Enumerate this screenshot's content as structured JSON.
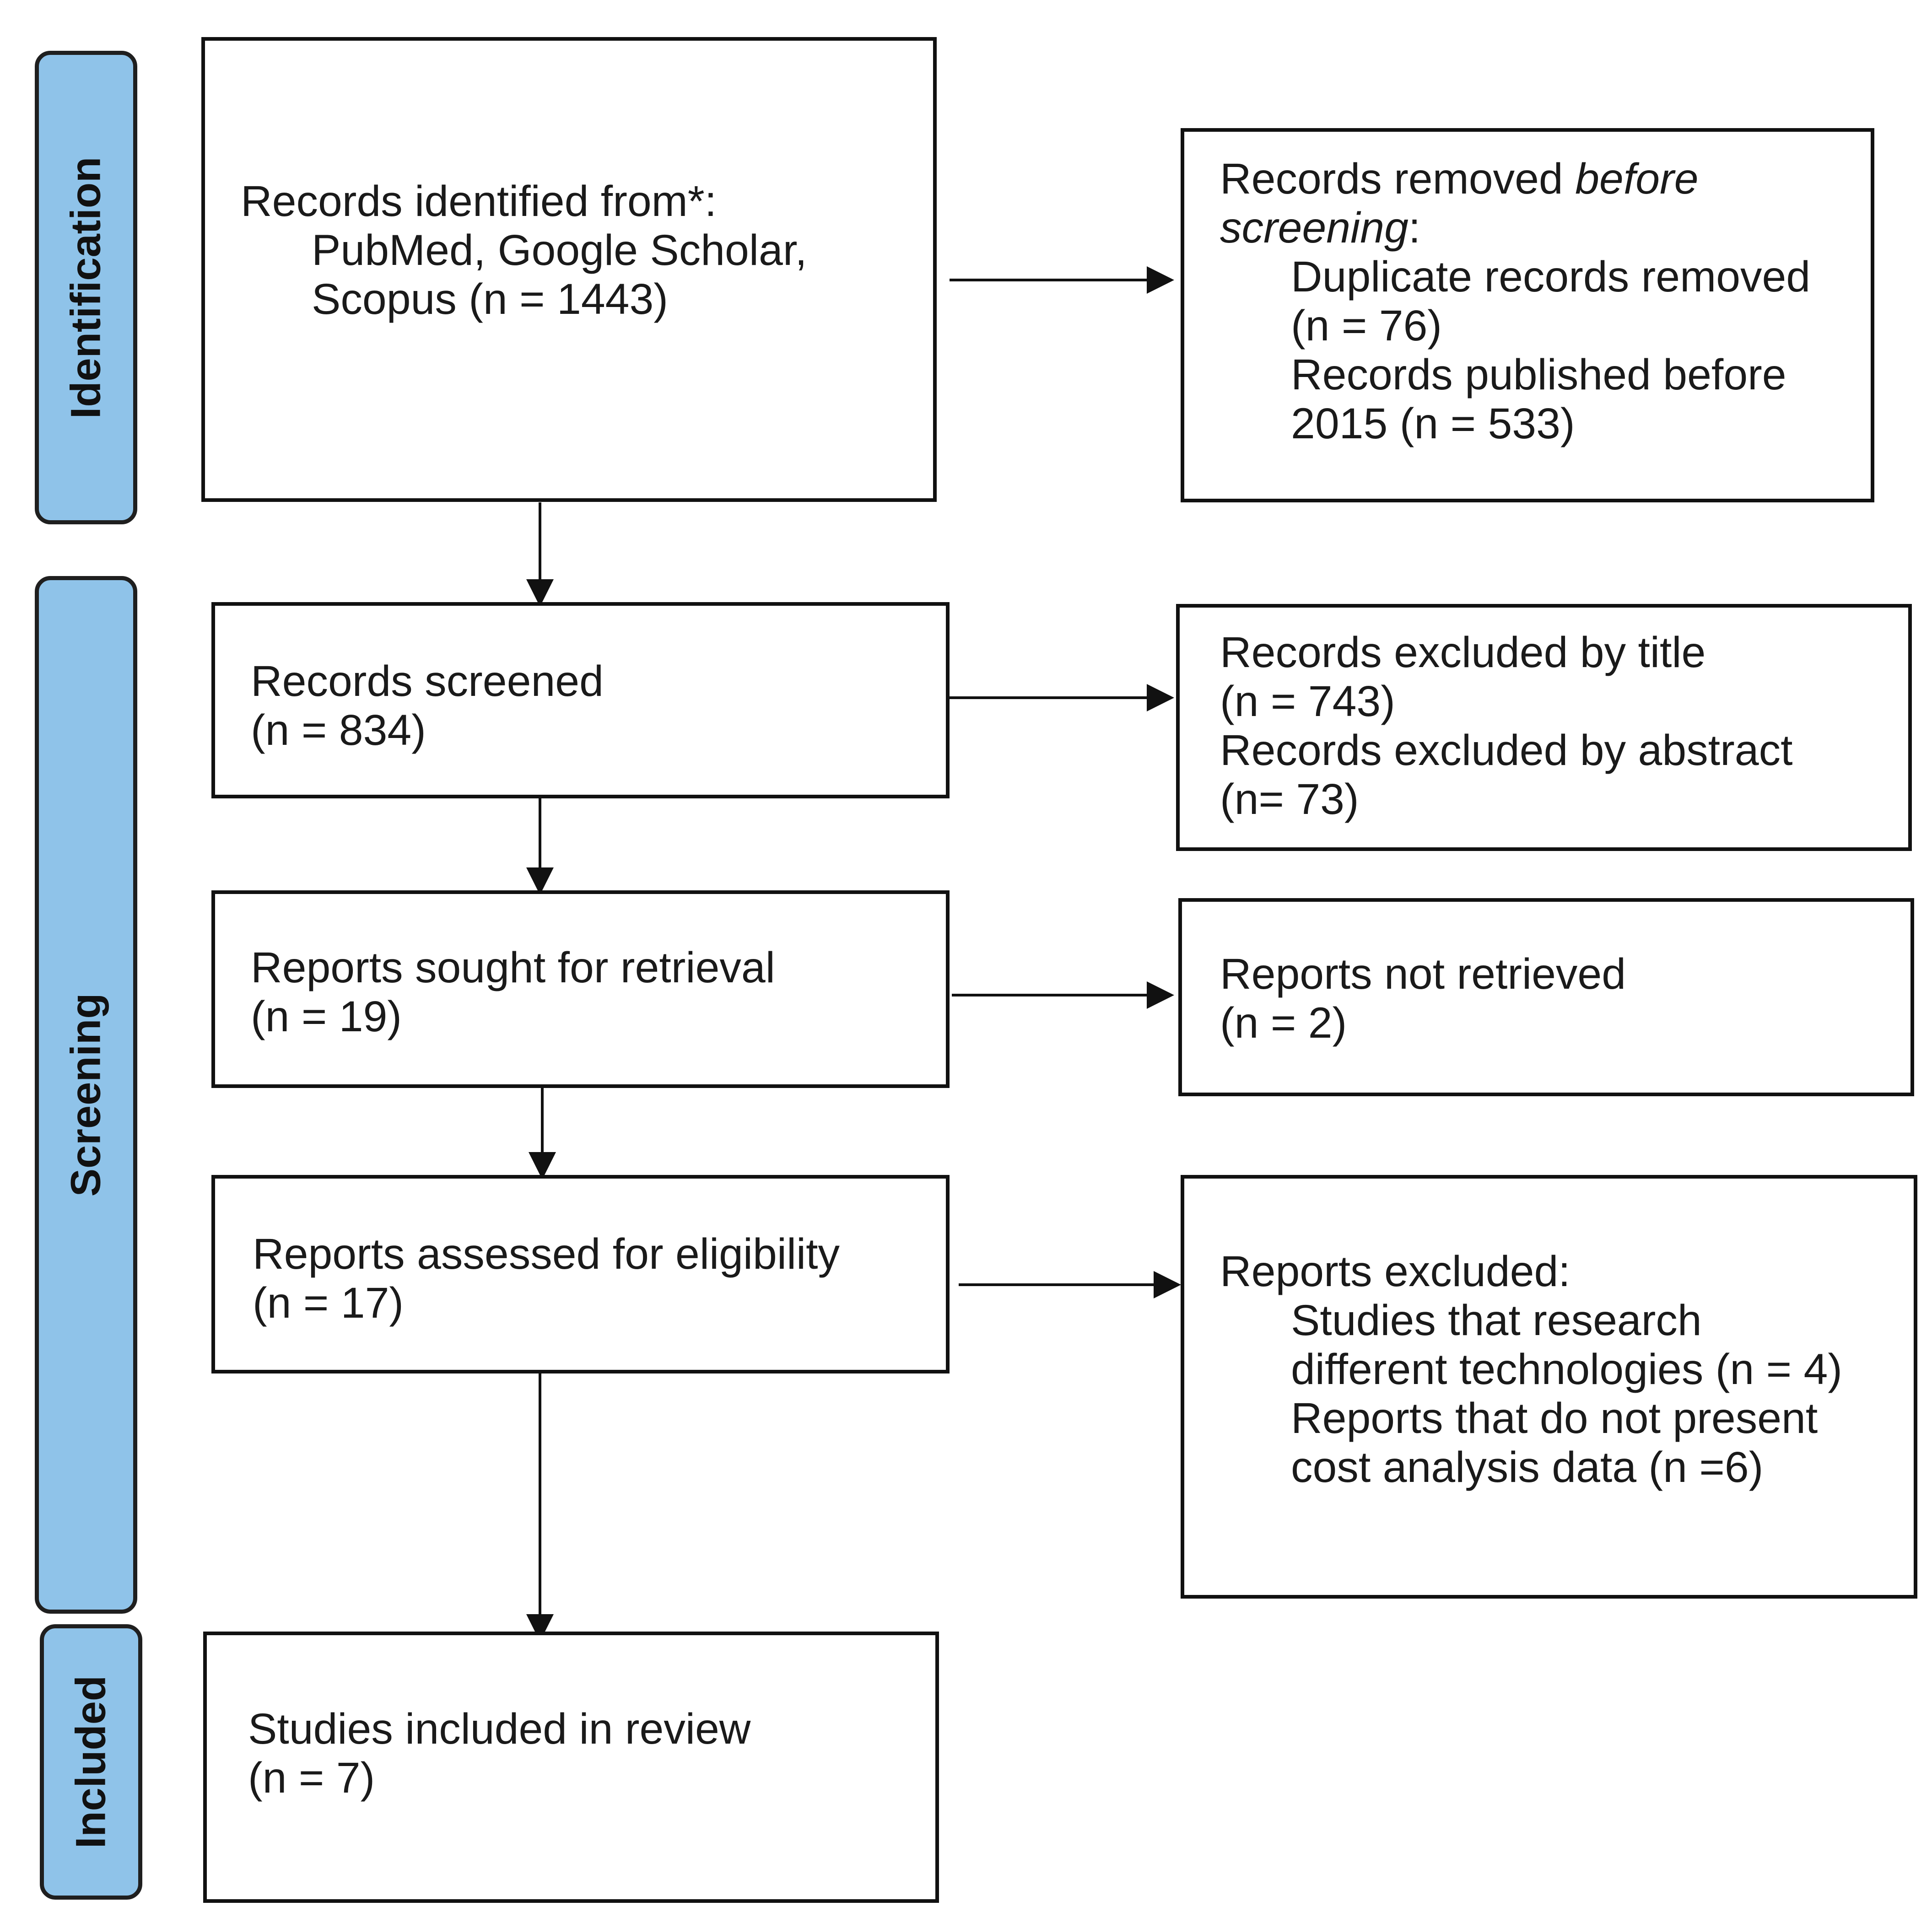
{
  "colors": {
    "phase_fill": "#8fc3e9",
    "border": "#111111",
    "text": "#1a1a1a"
  },
  "phases": {
    "identification": "Identification",
    "screening": "Screening",
    "included": "Included"
  },
  "identified": {
    "heading": "Records identified from*:",
    "line1": "PubMed, Google Scholar,",
    "line2": "Scopus (n = 1443)"
  },
  "removed": {
    "heading_plain": "Records removed ",
    "heading_italic": "before",
    "heading_italic2": "screening",
    "heading_colon": ":",
    "dup_line1": "Duplicate records removed",
    "dup_line2": "(n = 76)",
    "pub_line1": "Records published before",
    "pub_line2": "2015 (n = 533)"
  },
  "screened": {
    "line1": "Records screened",
    "line2": "(n = 834)"
  },
  "excluded_screen": {
    "line1": "Records excluded by title",
    "line2": "(n = 743)",
    "line3": "Records excluded by abstract",
    "line4": "(n= 73)"
  },
  "sought": {
    "line1": "Reports sought for retrieval",
    "line2": "(n = 19)"
  },
  "not_retrieved": {
    "line1": "Reports not retrieved",
    "line2": "(n = 2)"
  },
  "assessed": {
    "line1": "Reports assessed for eligibility",
    "line2": "(n = 17)"
  },
  "reports_excluded": {
    "heading": "Reports excluded:",
    "line1": "Studies that research",
    "line2": "different technologies (n = 4)",
    "line3": "Reports that do not present",
    "line4": "cost analysis data (n =6)"
  },
  "included_box": {
    "line1": "Studies included in review",
    "line2": "(n = 7)"
  }
}
